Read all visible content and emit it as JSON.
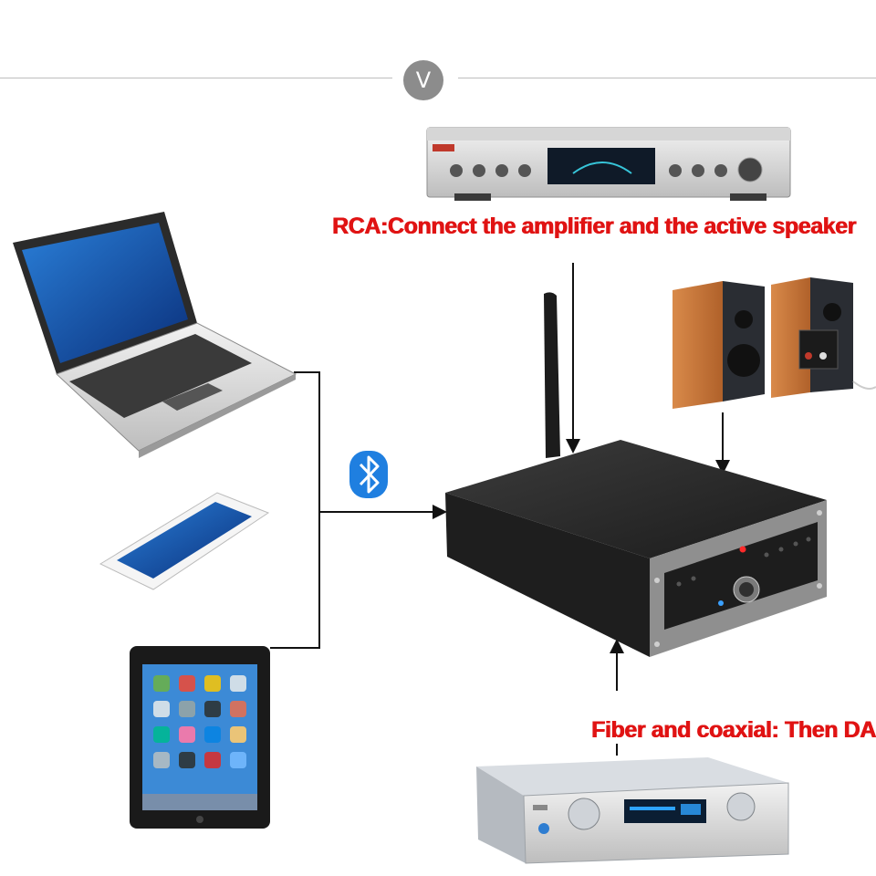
{
  "section": {
    "badge_label": "V"
  },
  "captions": {
    "rca": "RCA:Connect the amplifier and the active speaker",
    "dac": "Fiber and coaxial: Then DAC"
  },
  "colors": {
    "caption_red": "#e01313",
    "bluetooth_blue": "#1f7fe0",
    "badge_gray": "#8c8c8c",
    "device_black": "#1e1e1e",
    "speaker_wood": "#c9773c"
  },
  "icons": {
    "bluetooth": "bluetooth-icon"
  }
}
